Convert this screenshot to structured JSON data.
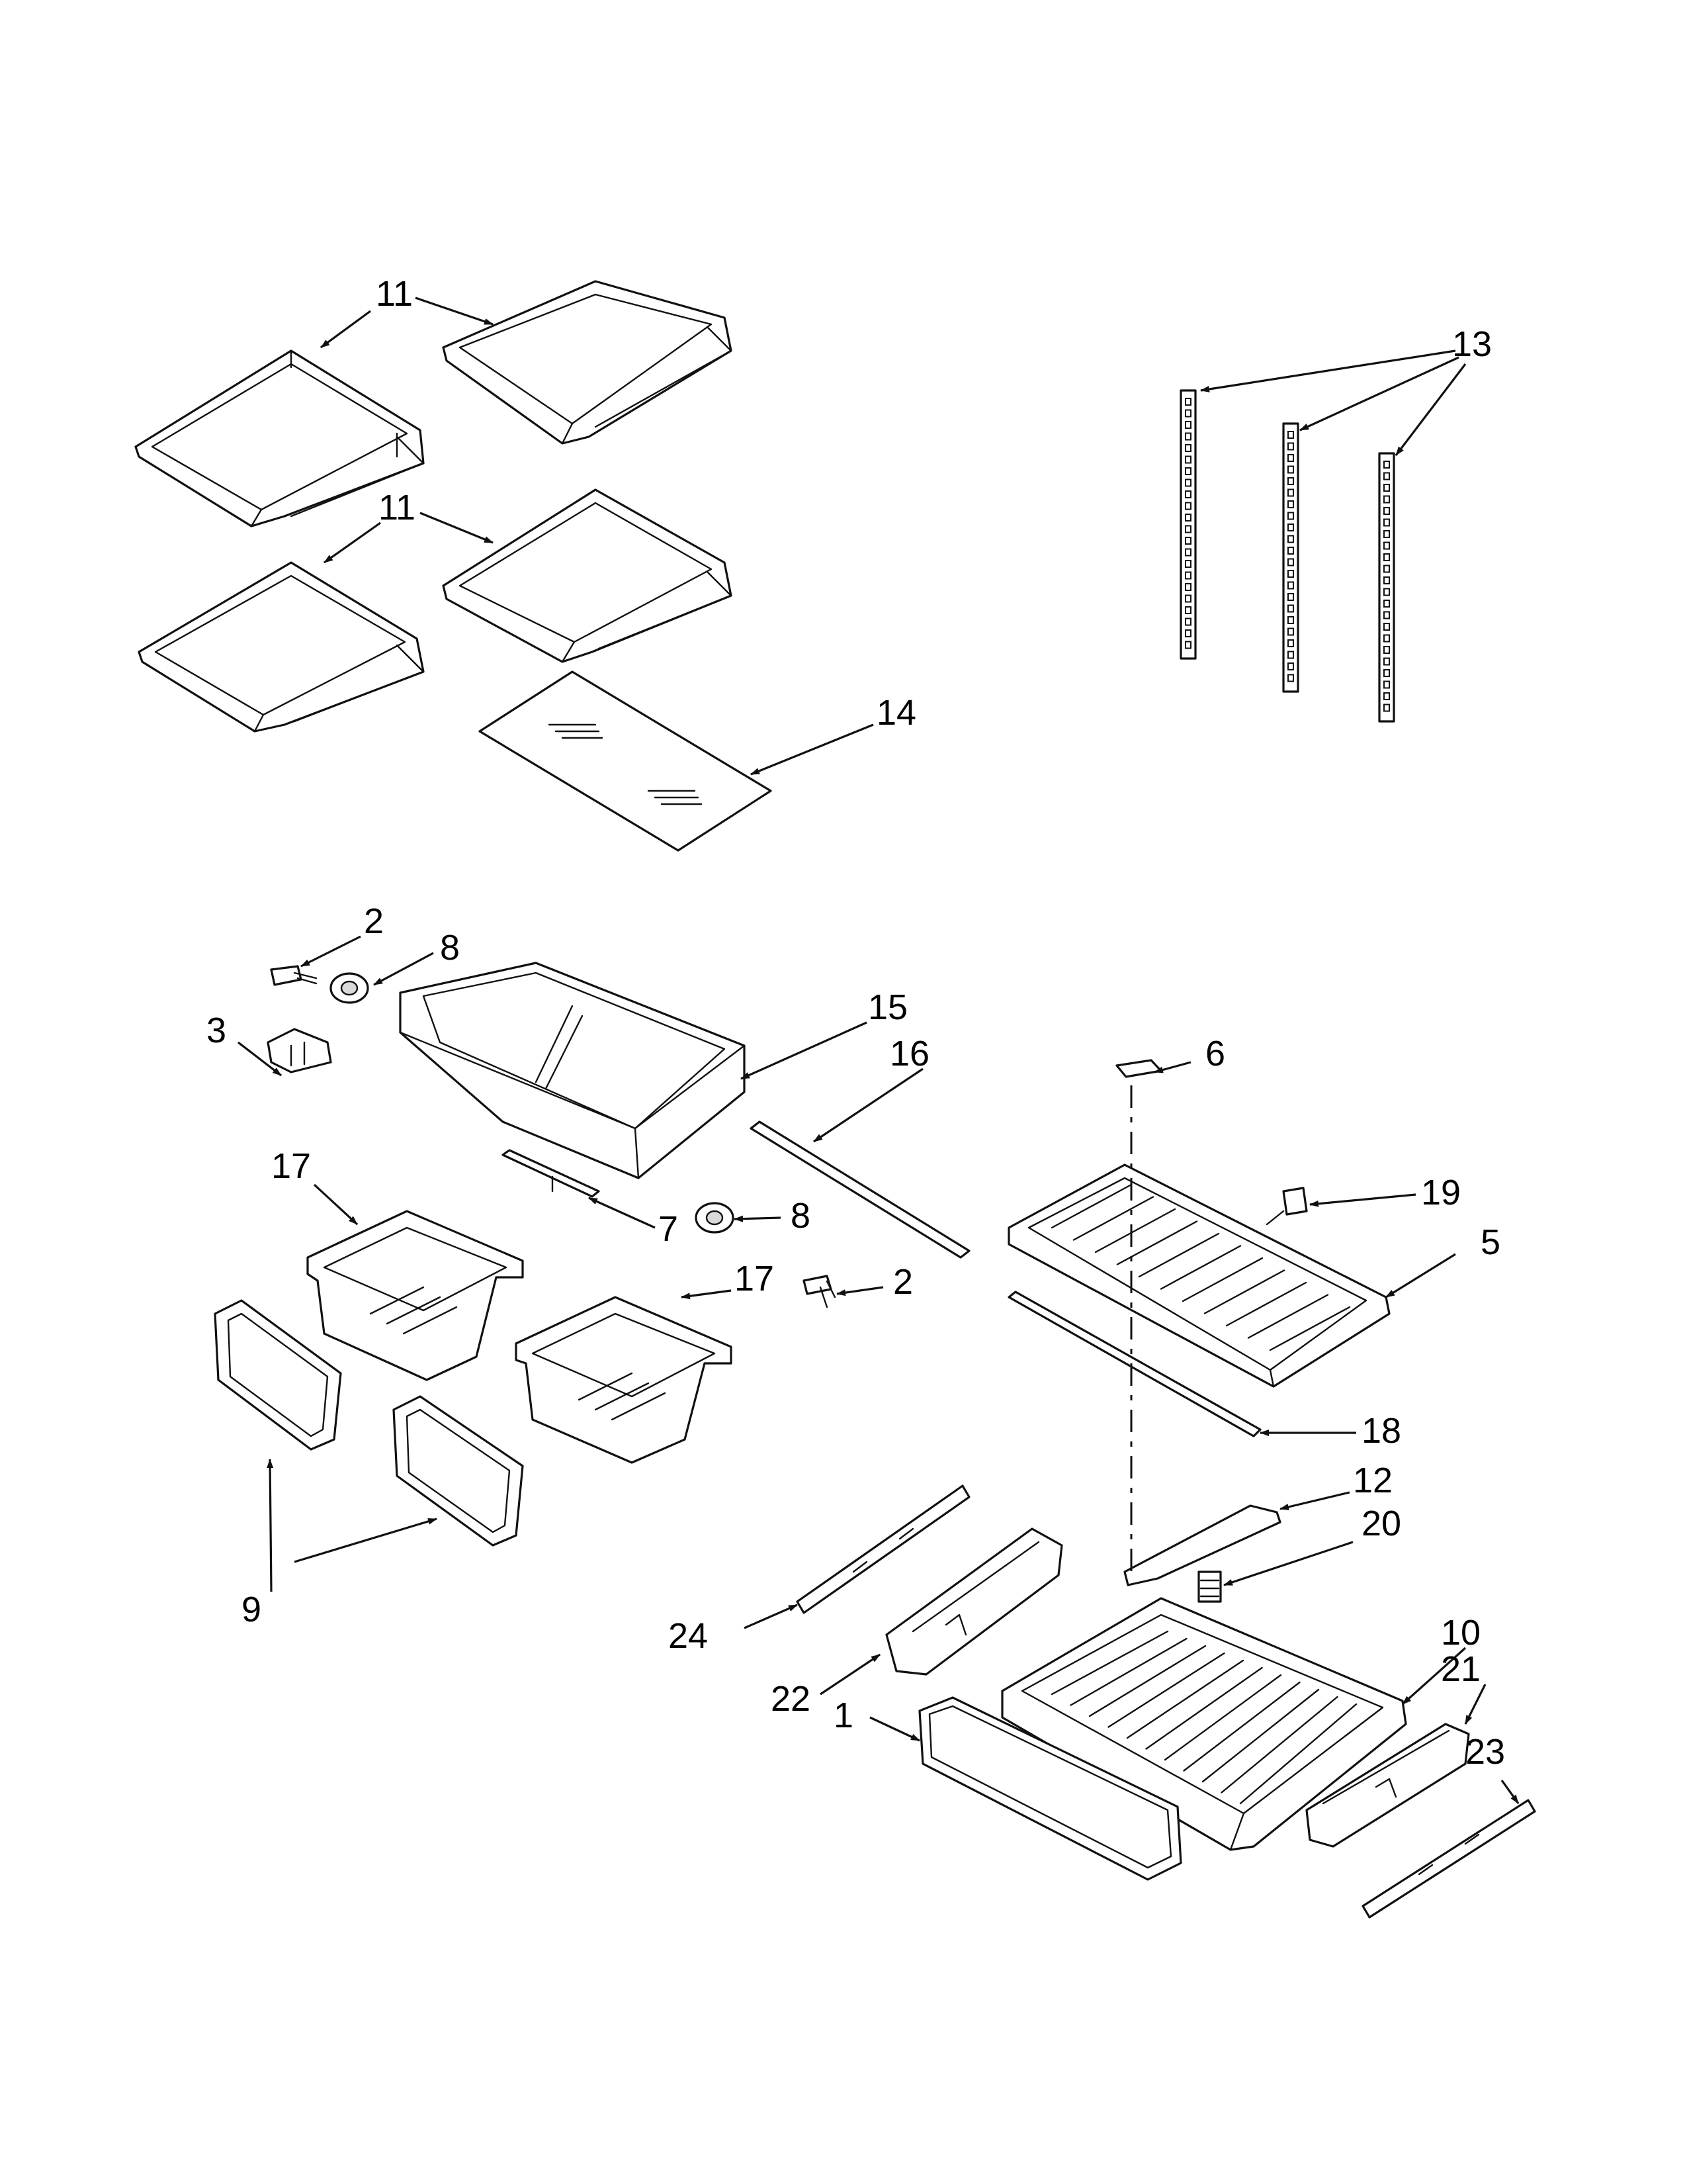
{
  "callouts": [
    {
      "id": "c11a",
      "text": "11"
    },
    {
      "id": "c11b",
      "text": "11"
    },
    {
      "id": "c13",
      "text": "13"
    },
    {
      "id": "c14",
      "text": "14"
    },
    {
      "id": "c2a",
      "text": "2"
    },
    {
      "id": "c8a",
      "text": "8"
    },
    {
      "id": "c3",
      "text": "3"
    },
    {
      "id": "c15",
      "text": "15"
    },
    {
      "id": "c16",
      "text": "16"
    },
    {
      "id": "c6",
      "text": "6"
    },
    {
      "id": "c17a",
      "text": "17"
    },
    {
      "id": "c19",
      "text": "19"
    },
    {
      "id": "c7",
      "text": "7"
    },
    {
      "id": "c8b",
      "text": "8"
    },
    {
      "id": "c5",
      "text": "5"
    },
    {
      "id": "c17b",
      "text": "17"
    },
    {
      "id": "c2b",
      "text": "2"
    },
    {
      "id": "c18",
      "text": "18"
    },
    {
      "id": "c12",
      "text": "12"
    },
    {
      "id": "c20",
      "text": "20"
    },
    {
      "id": "c9",
      "text": "9"
    },
    {
      "id": "c24",
      "text": "24"
    },
    {
      "id": "c10",
      "text": "10"
    },
    {
      "id": "c21",
      "text": "21"
    },
    {
      "id": "c22",
      "text": "22"
    },
    {
      "id": "c1",
      "text": "1"
    },
    {
      "id": "c23",
      "text": "23"
    }
  ]
}
